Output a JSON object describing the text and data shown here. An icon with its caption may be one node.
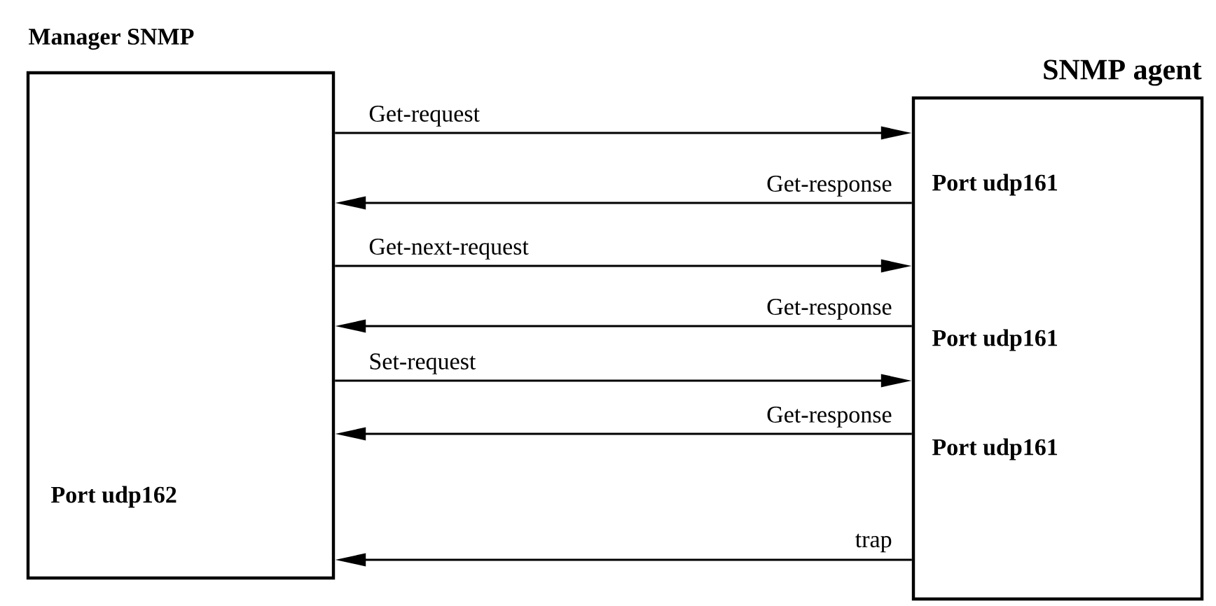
{
  "diagram": {
    "nodes": [
      {
        "text": [
          "Manager SNMP",
          "Port udp162"
        ]
      },
      {
        "text": [
          "SNMP agent",
          "Port udp161",
          "Port udp161",
          "Port udp161"
        ]
      }
    ],
    "edges": [
      {
        "from": 0,
        "to": 1,
        "arrow": "to",
        "label": "Get-request"
      },
      {
        "from": 1,
        "to": 0,
        "arrow": "to",
        "label": "Get-response"
      },
      {
        "from": 0,
        "to": 1,
        "arrow": "to",
        "label": "Get-next-request"
      },
      {
        "from": 1,
        "to": 0,
        "arrow": "to",
        "label": "Get-response"
      },
      {
        "from": 0,
        "to": 1,
        "arrow": "to",
        "label": "Set-request"
      },
      {
        "from": 1,
        "to": 0,
        "arrow": "to",
        "label": "Get-response"
      },
      {
        "from": 1,
        "to": 0,
        "arrow": "to",
        "label": "trap"
      }
    ]
  }
}
